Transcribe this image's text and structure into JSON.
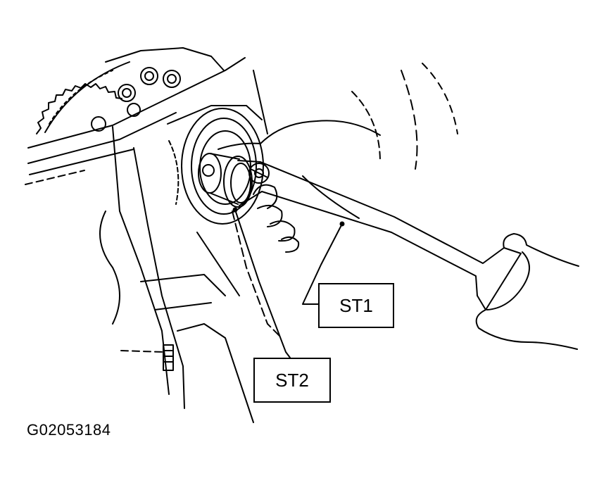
{
  "labels": {
    "st1": "ST1",
    "st2": "ST2"
  },
  "figure_id": "G02053184",
  "colors": {
    "ink": "#000000",
    "paper": "#ffffff"
  }
}
